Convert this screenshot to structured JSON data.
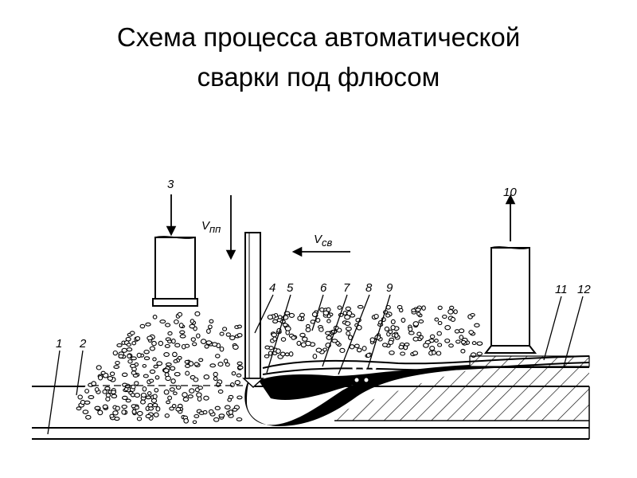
{
  "slide": {
    "title_line1": "Схема процесса автоматической",
    "title_line2": "сварки под флюсом"
  },
  "diagram": {
    "labels": {
      "n1": "1",
      "n2": "2",
      "n3": "3",
      "n4": "4",
      "n5": "5",
      "n6": "6",
      "n7": "7",
      "n8": "8",
      "n9": "9",
      "n10": "10",
      "n11": "11",
      "n12": "12",
      "v_feed_main": "V",
      "v_feed_sub": "пп",
      "v_weld_main": "V",
      "v_weld_sub": "св"
    }
  }
}
